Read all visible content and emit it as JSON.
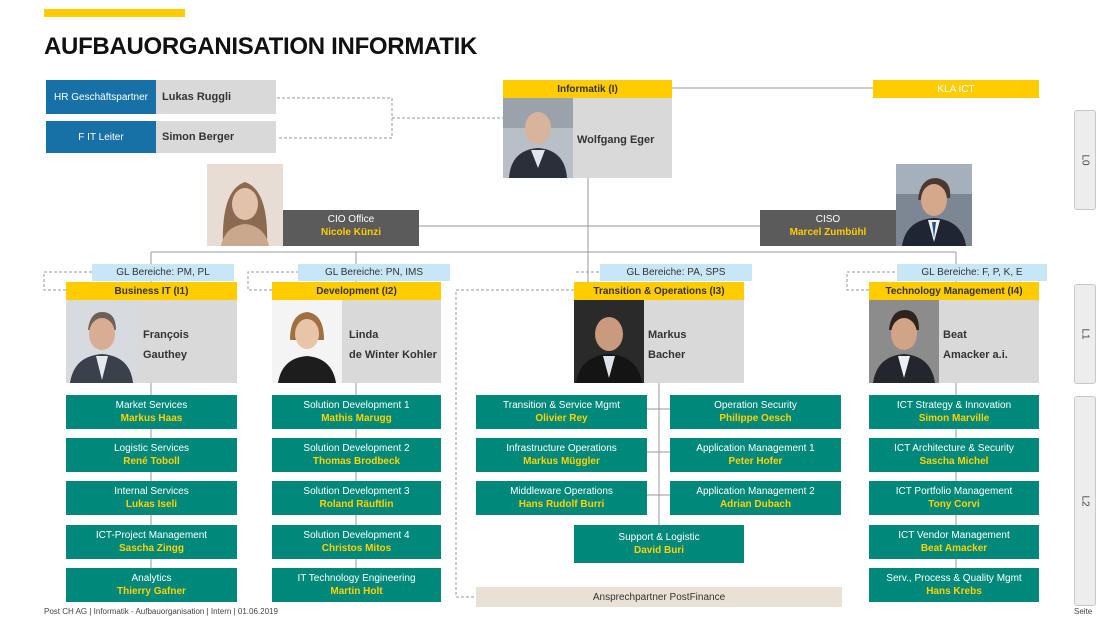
{
  "title": "AUFBAUORGANISATION INFORMATIK",
  "hr": {
    "role": "HR Geschäftspartner",
    "name": "Lukas Ruggli"
  },
  "fit": {
    "role": "F IT Leiter",
    "name": "Simon Berger"
  },
  "top": {
    "unit": "Informatik (I)",
    "name": "Wolfgang Eger"
  },
  "kla": "KLA ICT",
  "cio": {
    "role": "CIO Office",
    "name": "Nicole Künzi"
  },
  "ciso": {
    "role": "CISO",
    "name": "Marcel Zumbühl"
  },
  "levels": {
    "l0": "L0",
    "l1": "L1",
    "l2": "L2"
  },
  "divisions": {
    "i1": {
      "gl": "GL Bereiche: PM, PL",
      "unit": "Business IT (I1)",
      "head": [
        "François",
        "Gauthey"
      ],
      "teams": [
        {
          "title": "Market Services",
          "name": "Markus Haas"
        },
        {
          "title": "Logistic Services",
          "name": "René Toboll"
        },
        {
          "title": "Internal Services",
          "name": "Lukas Iseli"
        },
        {
          "title": "ICT-Project Management",
          "name": "Sascha Zingg"
        },
        {
          "title": "Analytics",
          "name": "Thierry Gafner"
        }
      ]
    },
    "i2": {
      "gl": "GL Bereiche: PN, IMS",
      "unit": "Development (I2)",
      "head": [
        "Linda",
        "de Winter Kohler"
      ],
      "teams": [
        {
          "title": "Solution Development 1",
          "name": "Mathis Marugg"
        },
        {
          "title": "Solution Development 2",
          "name": "Thomas Brodbeck"
        },
        {
          "title": "Solution Development 3",
          "name": "Roland Räuftlin"
        },
        {
          "title": "Solution Development 4",
          "name": "Christos Mitos"
        },
        {
          "title": "IT Technology Engineering",
          "name": "Martin Holt"
        }
      ]
    },
    "i3": {
      "gl": "GL Bereiche: PA, SPS",
      "unit": "Transition & Operations (I3)",
      "head": [
        "Markus",
        "Bacher"
      ],
      "teams_left": [
        {
          "title": "Transition & Service Mgmt",
          "name": "Olivier Rey"
        },
        {
          "title": "Infrastructure Operations",
          "name": "Markus Müggler"
        },
        {
          "title": "Middleware Operations",
          "name": "Hans Rudolf Burri"
        }
      ],
      "teams_right": [
        {
          "title": "Operation Security",
          "name": "Philippe Oesch"
        },
        {
          "title": "Application Management 1",
          "name": "Peter Hofer"
        },
        {
          "title": "Application Management 2",
          "name": "Adrian Dubach"
        }
      ],
      "support": {
        "title": "Support & Logistic",
        "name": "David Buri"
      },
      "contact": "Ansprechpartner PostFinance"
    },
    "i4": {
      "gl": "GL Bereiche: F, P, K, E",
      "unit": "Technology Management (I4)",
      "head": [
        "Beat",
        "Amacker a.i."
      ],
      "teams": [
        {
          "title": "ICT Strategy & Innovation",
          "name": "Simon Marville"
        },
        {
          "title": "ICT Architecture & Security",
          "name": "Sascha Michel"
        },
        {
          "title": "ICT Portfolio Management",
          "name": "Tony Corvi"
        },
        {
          "title": "ICT Vendor Management",
          "name": "Beat Amacker"
        },
        {
          "title": "Serv., Process & Quality Mgmt",
          "name": "Hans Krebs"
        }
      ]
    }
  },
  "footer": {
    "left": "Post CH AG | Informatik - Aufbauorganisation | Intern | 01.06.2019",
    "right": "Seite"
  },
  "colors": {
    "accent": "#FFCC00",
    "teal": "#00887A",
    "blue": "#1771A6",
    "lightblue": "#C7E7F7",
    "darkgrey": "#5B5B5B",
    "beige": "#E9E1D3"
  }
}
